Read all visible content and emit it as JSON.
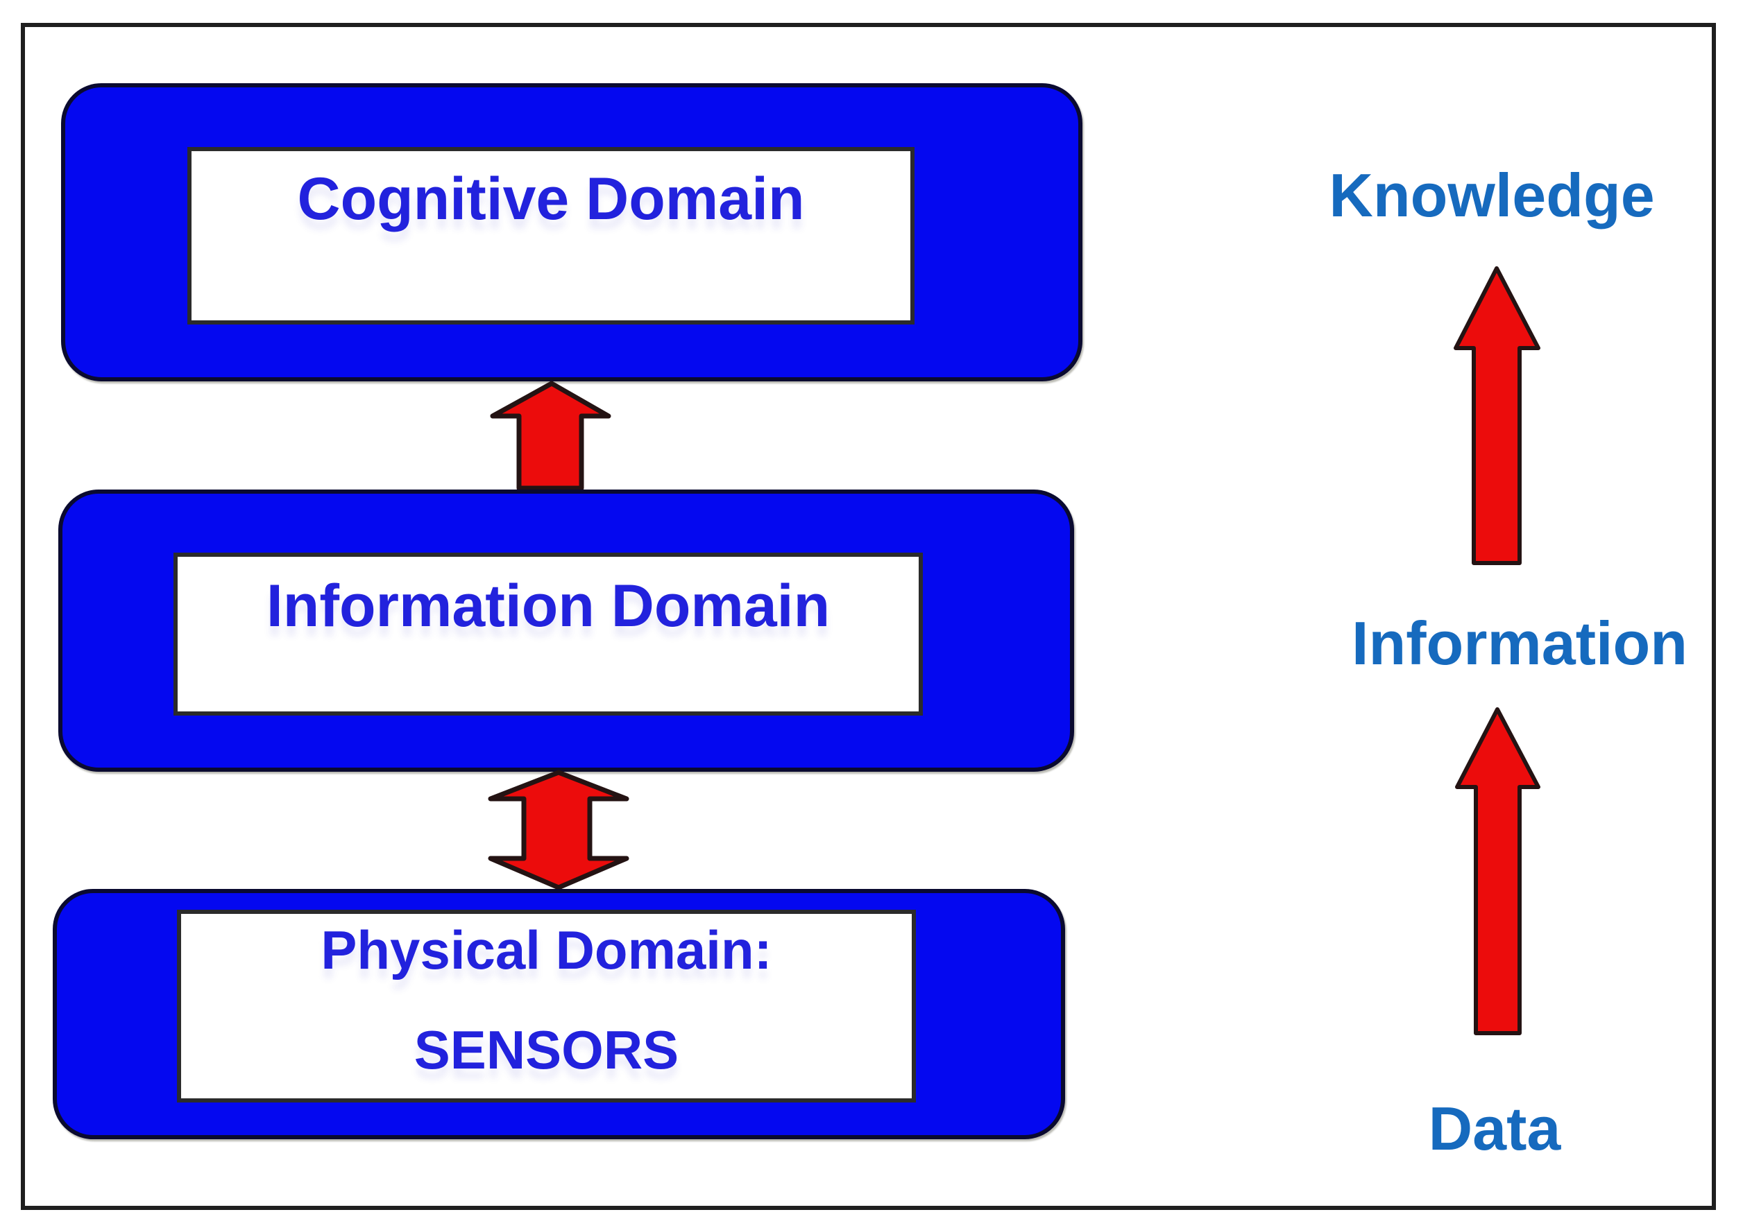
{
  "diagram": {
    "boxes": [
      {
        "label": "Cognitive Domain"
      },
      {
        "label": "Information Domain"
      },
      {
        "label": "Physical Domain:",
        "sublabel": "SENSORS"
      }
    ],
    "ladder": {
      "top": "Knowledge",
      "middle": "Information",
      "bottom": "Data"
    },
    "arrows": [
      "up-arrow-cognitive",
      "double-arrow-physical-information",
      "up-arrow-knowledge",
      "up-arrow-information"
    ],
    "colors": {
      "box_fill": "#0408f0",
      "box_border": "#0a0a30",
      "box_label_text": "#2222dd",
      "ladder_text": "#166abe",
      "arrow_fill": "#ec0c0c",
      "arrow_outline": "#241313",
      "frame_border": "#1f1f1f",
      "panel_fill": "#ffffff"
    }
  }
}
